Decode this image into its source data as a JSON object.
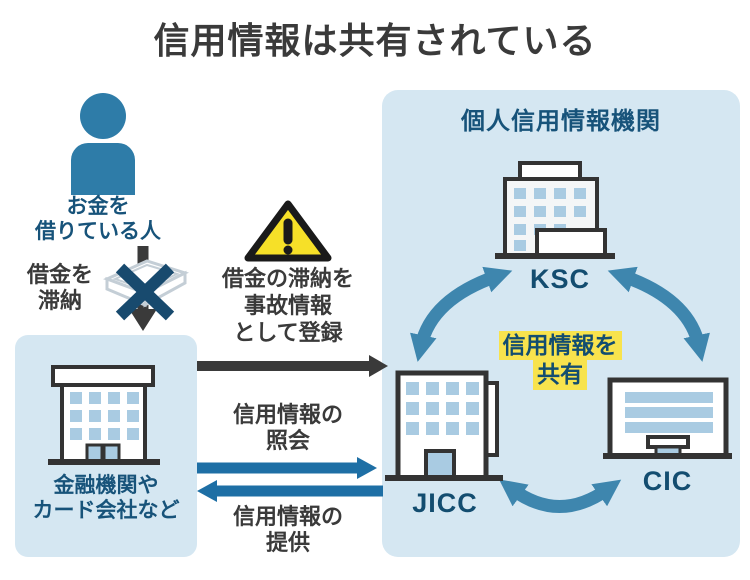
{
  "title": "信用情報は共有されている",
  "borrower": {
    "label_line1": "お金を",
    "label_line2": "借りている人",
    "icon": "person-icon"
  },
  "delinquency": {
    "line1": "借金を",
    "line2": "滞納",
    "icon": "money-crossed-icon"
  },
  "lender_box": {
    "label_line1": "金融機関や",
    "label_line2": "カード会社など",
    "icon": "bank-building-icon"
  },
  "register_flow": {
    "icon": "warning-triangle-icon",
    "line1": "借金の滞納を",
    "line2": "事故情報",
    "line3": "として登録",
    "direction": "left-to-right"
  },
  "inquiry_flow": {
    "line1": "信用情報の",
    "line2": "照会",
    "direction": "left-to-right"
  },
  "provide_flow": {
    "line1": "信用情報の",
    "line2": "提供",
    "direction": "right-to-left"
  },
  "agency_box": {
    "header": "個人信用情報機関",
    "share_line1": "信用情報を",
    "share_line2": "共有",
    "agencies": [
      {
        "name": "KSC",
        "icon": "office-tower-icon"
      },
      {
        "name": "JICC",
        "icon": "office-building-icon"
      },
      {
        "name": "CIC",
        "icon": "wide-building-icon"
      }
    ]
  },
  "colors": {
    "accent_blue": "#2e7ca8",
    "arrow_blue": "#1e6fa5",
    "curved_arrow_blue": "#3e86ae",
    "dark_gray": "#3a3a3a",
    "panel_blue": "#d5e7f2",
    "window_blue": "#a9cbe2",
    "text_navy": "#134d70",
    "highlight_yellow": "#f8e34d",
    "warning_yellow": "#f6e028"
  }
}
